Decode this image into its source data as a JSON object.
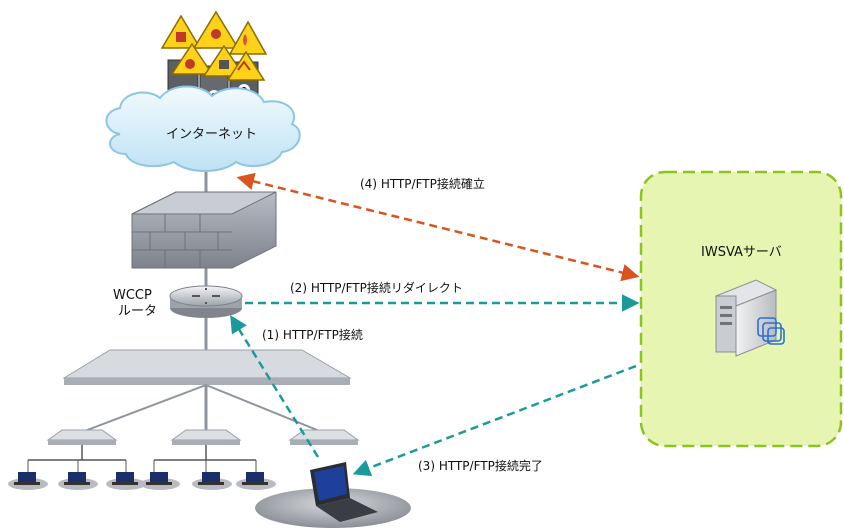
{
  "nodes": {
    "internet": "インターネット",
    "router_line1": "WCCP",
    "router_line2": "ルータ",
    "server": "IWSVAサーバ"
  },
  "steps": {
    "step1": "(1) HTTP/FTP接続",
    "step2": "(2) HTTP/FTP接続リダイレクト",
    "step3": "(3) HTTP/FTP接続完了",
    "step4": "(4) HTTP/FTP接続確立"
  },
  "colors": {
    "connection_established": "#d9541e",
    "redirect_and_complete": "#1c9a9a",
    "server_zone_fill": "#e7f5b3",
    "server_zone_border": "#8ec21f",
    "cloud_fill": "#d8eef9",
    "warning_yellow": "#ffd21a"
  },
  "icons": [
    "warning-icon",
    "malicious-server-icon",
    "cloud-icon",
    "firewall-icon",
    "router-icon",
    "switch-icon",
    "laptop-icon",
    "server-icon"
  ]
}
